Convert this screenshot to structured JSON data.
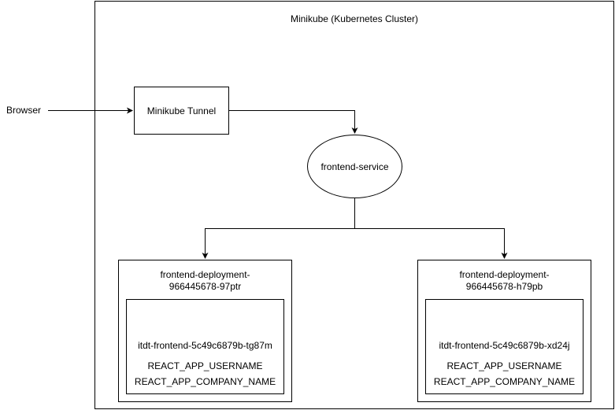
{
  "cluster": {
    "title": "Minikube (Kubernetes Cluster)"
  },
  "browser": {
    "label": "Browser"
  },
  "tunnel": {
    "label": "Minikube Tunnel"
  },
  "service": {
    "label": "frontend-service"
  },
  "deployments": [
    {
      "title_line1": "frontend-deployment-",
      "title_line2": "966445678-97ptr",
      "pod": {
        "name": "itdt-frontend-5c49c6879b-tg87m",
        "env_vars": [
          "REACT_APP_USERNAME",
          "REACT_APP_COMPANY_NAME"
        ]
      }
    },
    {
      "title_line1": "frontend-deployment-",
      "title_line2": "966445678-h79pb",
      "pod": {
        "name": "itdt-frontend-5c49c6879b-xd24j",
        "env_vars": [
          "REACT_APP_USERNAME",
          "REACT_APP_COMPANY_NAME"
        ]
      }
    }
  ],
  "colors": {
    "stroke": "#000000",
    "fill": "#ffffff",
    "text": "#000000"
  }
}
